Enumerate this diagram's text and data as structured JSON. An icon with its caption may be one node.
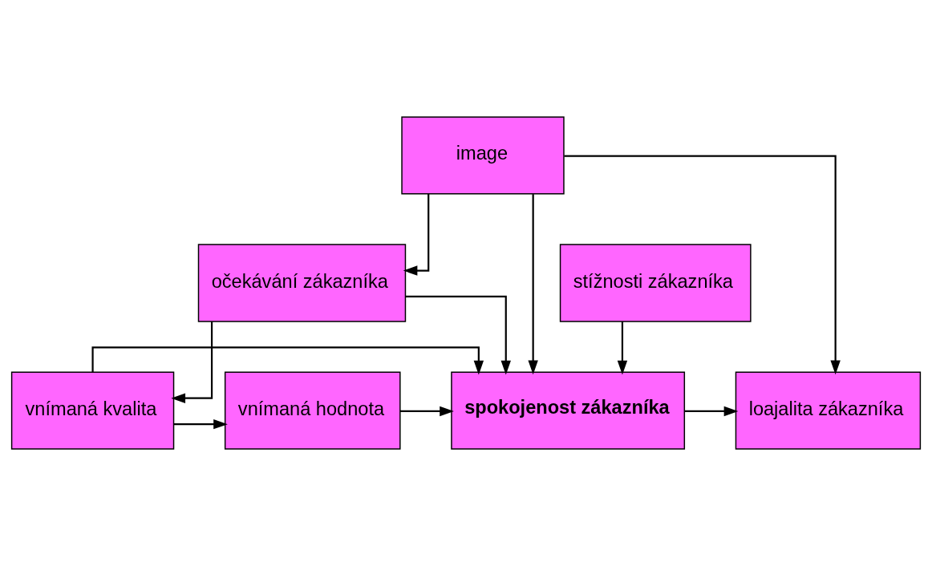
{
  "diagram": {
    "nodes": [
      {
        "text": [
          "image"
        ]
      },
      {
        "text": [
          "očekávání zákazníka"
        ]
      },
      {
        "text": [
          "vnímaná kvalita"
        ]
      },
      {
        "text": [
          "vnímaná hodnota"
        ]
      },
      {
        "text": [
          "spokojenost zákazníka"
        ]
      },
      {
        "text": [
          "loajalita zákazníka"
        ]
      },
      {
        "text": [
          "stížnosti zákazníka"
        ]
      }
    ],
    "edges": [
      {
        "from": 0,
        "to": 1,
        "arrow": "to"
      },
      {
        "from": 1,
        "to": 2,
        "arrow": "to"
      },
      {
        "from": 2,
        "to": 3,
        "arrow": "to"
      },
      {
        "from": 3,
        "to": 4,
        "arrow": "to"
      },
      {
        "from": 4,
        "to": 5,
        "arrow": "to"
      },
      {
        "from": 1,
        "to": 4,
        "arrow": "to"
      },
      {
        "from": 0,
        "to": 4,
        "arrow": "to"
      },
      {
        "from": 0,
        "to": 5,
        "arrow": "to"
      },
      {
        "from": 2,
        "to": 4,
        "arrow": "to"
      },
      {
        "from": 6,
        "to": 4,
        "arrow": "to"
      }
    ]
  }
}
